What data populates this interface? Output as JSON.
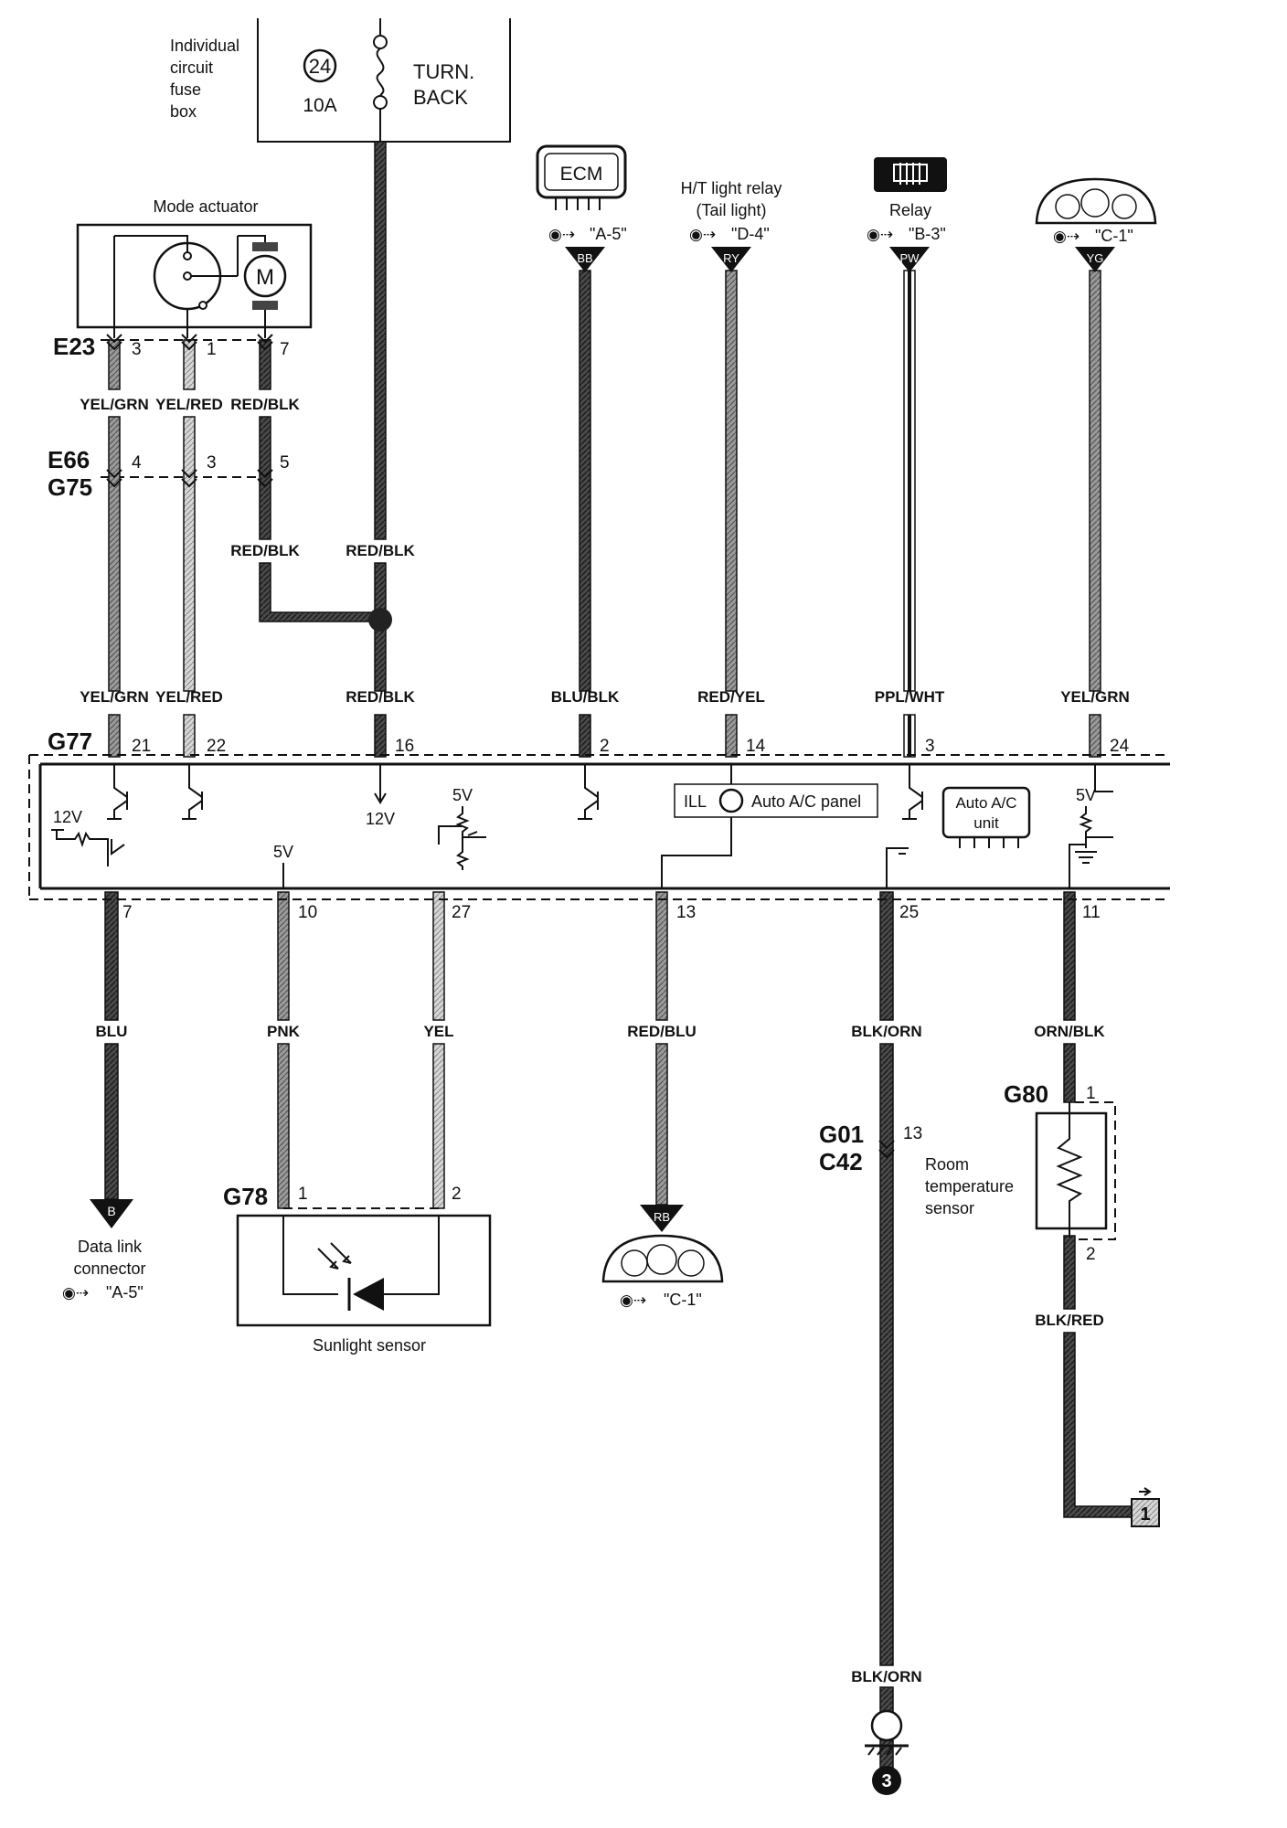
{
  "fuse_box": {
    "label_lines": [
      "Individual",
      "circuit",
      "fuse",
      "box"
    ],
    "fuse_number": "24",
    "rating": "10A",
    "name_lines": [
      "TURN.",
      "BACK"
    ]
  },
  "mode_actuator": {
    "title": "Mode actuator",
    "motor": "M",
    "connector": "E23",
    "pins": [
      "3",
      "1",
      "7"
    ],
    "wires": [
      "YEL/GRN",
      "YEL/RED",
      "RED/BLK"
    ]
  },
  "junction_e66_g75": {
    "connectors": [
      "E66",
      "G75"
    ],
    "pins": [
      "4",
      "3",
      "5"
    ]
  },
  "mid_wires": {
    "left": "RED/BLK",
    "right": "RED/BLK"
  },
  "top_devices": {
    "ecm": {
      "name": "ECM",
      "ref": "\"A-5\"",
      "code": "BB",
      "wire": "BLU/BLK"
    },
    "ht_relay": {
      "name_lines": [
        "H/T light relay",
        "(Tail light)"
      ],
      "ref": "\"D-4\"",
      "code": "RY",
      "wire": "RED/YEL"
    },
    "relay": {
      "name": "Relay",
      "ref": "\"B-3\"",
      "code": "PW",
      "wire": "PPL/WHT"
    },
    "cluster": {
      "ref": "\"C-1\"",
      "code": "YG",
      "wire": "YEL/GRN"
    }
  },
  "unit": {
    "top_connector": "G77",
    "top_wires": [
      "YEL/GRN",
      "YEL/RED",
      "RED/BLK"
    ],
    "top_pins": [
      "21",
      "22",
      "16",
      "2",
      "14",
      "3",
      "24"
    ],
    "bottom_pins": [
      "7",
      "10",
      "27",
      "13",
      "25",
      "11"
    ],
    "v12_top": "12V",
    "v12_left": "12V",
    "v5": [
      "5V",
      "5V",
      "5V"
    ],
    "ill": "ILL",
    "panel": "Auto A/C panel",
    "unit_lines": [
      "Auto A/C",
      "unit"
    ]
  },
  "bottom_wires": [
    "BLU",
    "PNK",
    "YEL",
    "RED/BLU",
    "BLK/ORN",
    "ORN/BLK"
  ],
  "data_link": {
    "code": "B",
    "label_lines": [
      "Data link",
      "connector"
    ],
    "ref": "\"A-5\""
  },
  "sunlight_sensor": {
    "connector": "G78",
    "pins": [
      "1",
      "2"
    ],
    "label": "Sunlight sensor"
  },
  "cluster_bottom": {
    "code": "RB",
    "ref": "\"C-1\""
  },
  "ground_line": {
    "connectors": [
      "G01",
      "C42"
    ],
    "pin": "13",
    "wire_bottom": "BLK/ORN",
    "ground_number": "3"
  },
  "room_sensor": {
    "connector": "G80",
    "pins": [
      "1",
      "2"
    ],
    "label_lines": [
      "Room",
      "temperature",
      "sensor"
    ],
    "wire": "BLK/RED",
    "ground_box": "1"
  },
  "colors": {
    "wire_dark": "#3a3a3a",
    "wire_mid": "#8c8c8c",
    "wire_light": "#c8c8c8",
    "wire_black": "#151515",
    "ink": "#111111"
  }
}
